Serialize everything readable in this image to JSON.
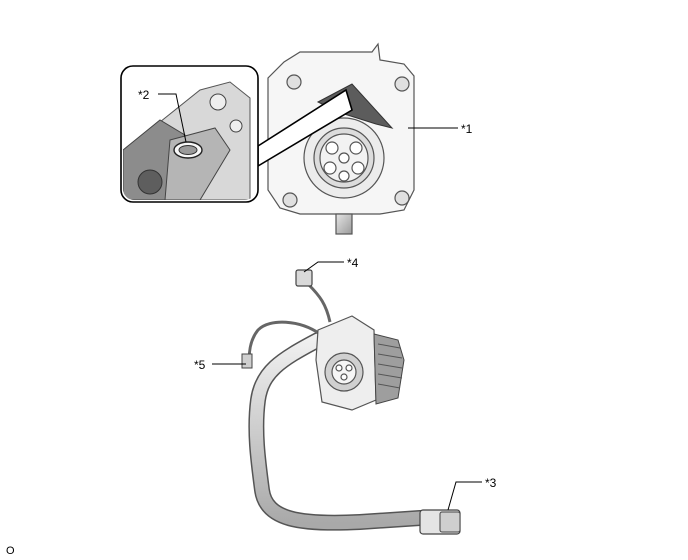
{
  "callouts": [
    {
      "id": "1",
      "text": "*1"
    },
    {
      "id": "2",
      "text": "*2"
    },
    {
      "id": "3",
      "text": "*3"
    },
    {
      "id": "4",
      "text": "*4"
    },
    {
      "id": "5",
      "text": "*5"
    }
  ],
  "corner_code": "O",
  "colors": {
    "line": "#000000",
    "part_fill": "#f4f4f4",
    "part_shade": "#bdbdbd",
    "dark_shade": "#6b6b6b"
  }
}
